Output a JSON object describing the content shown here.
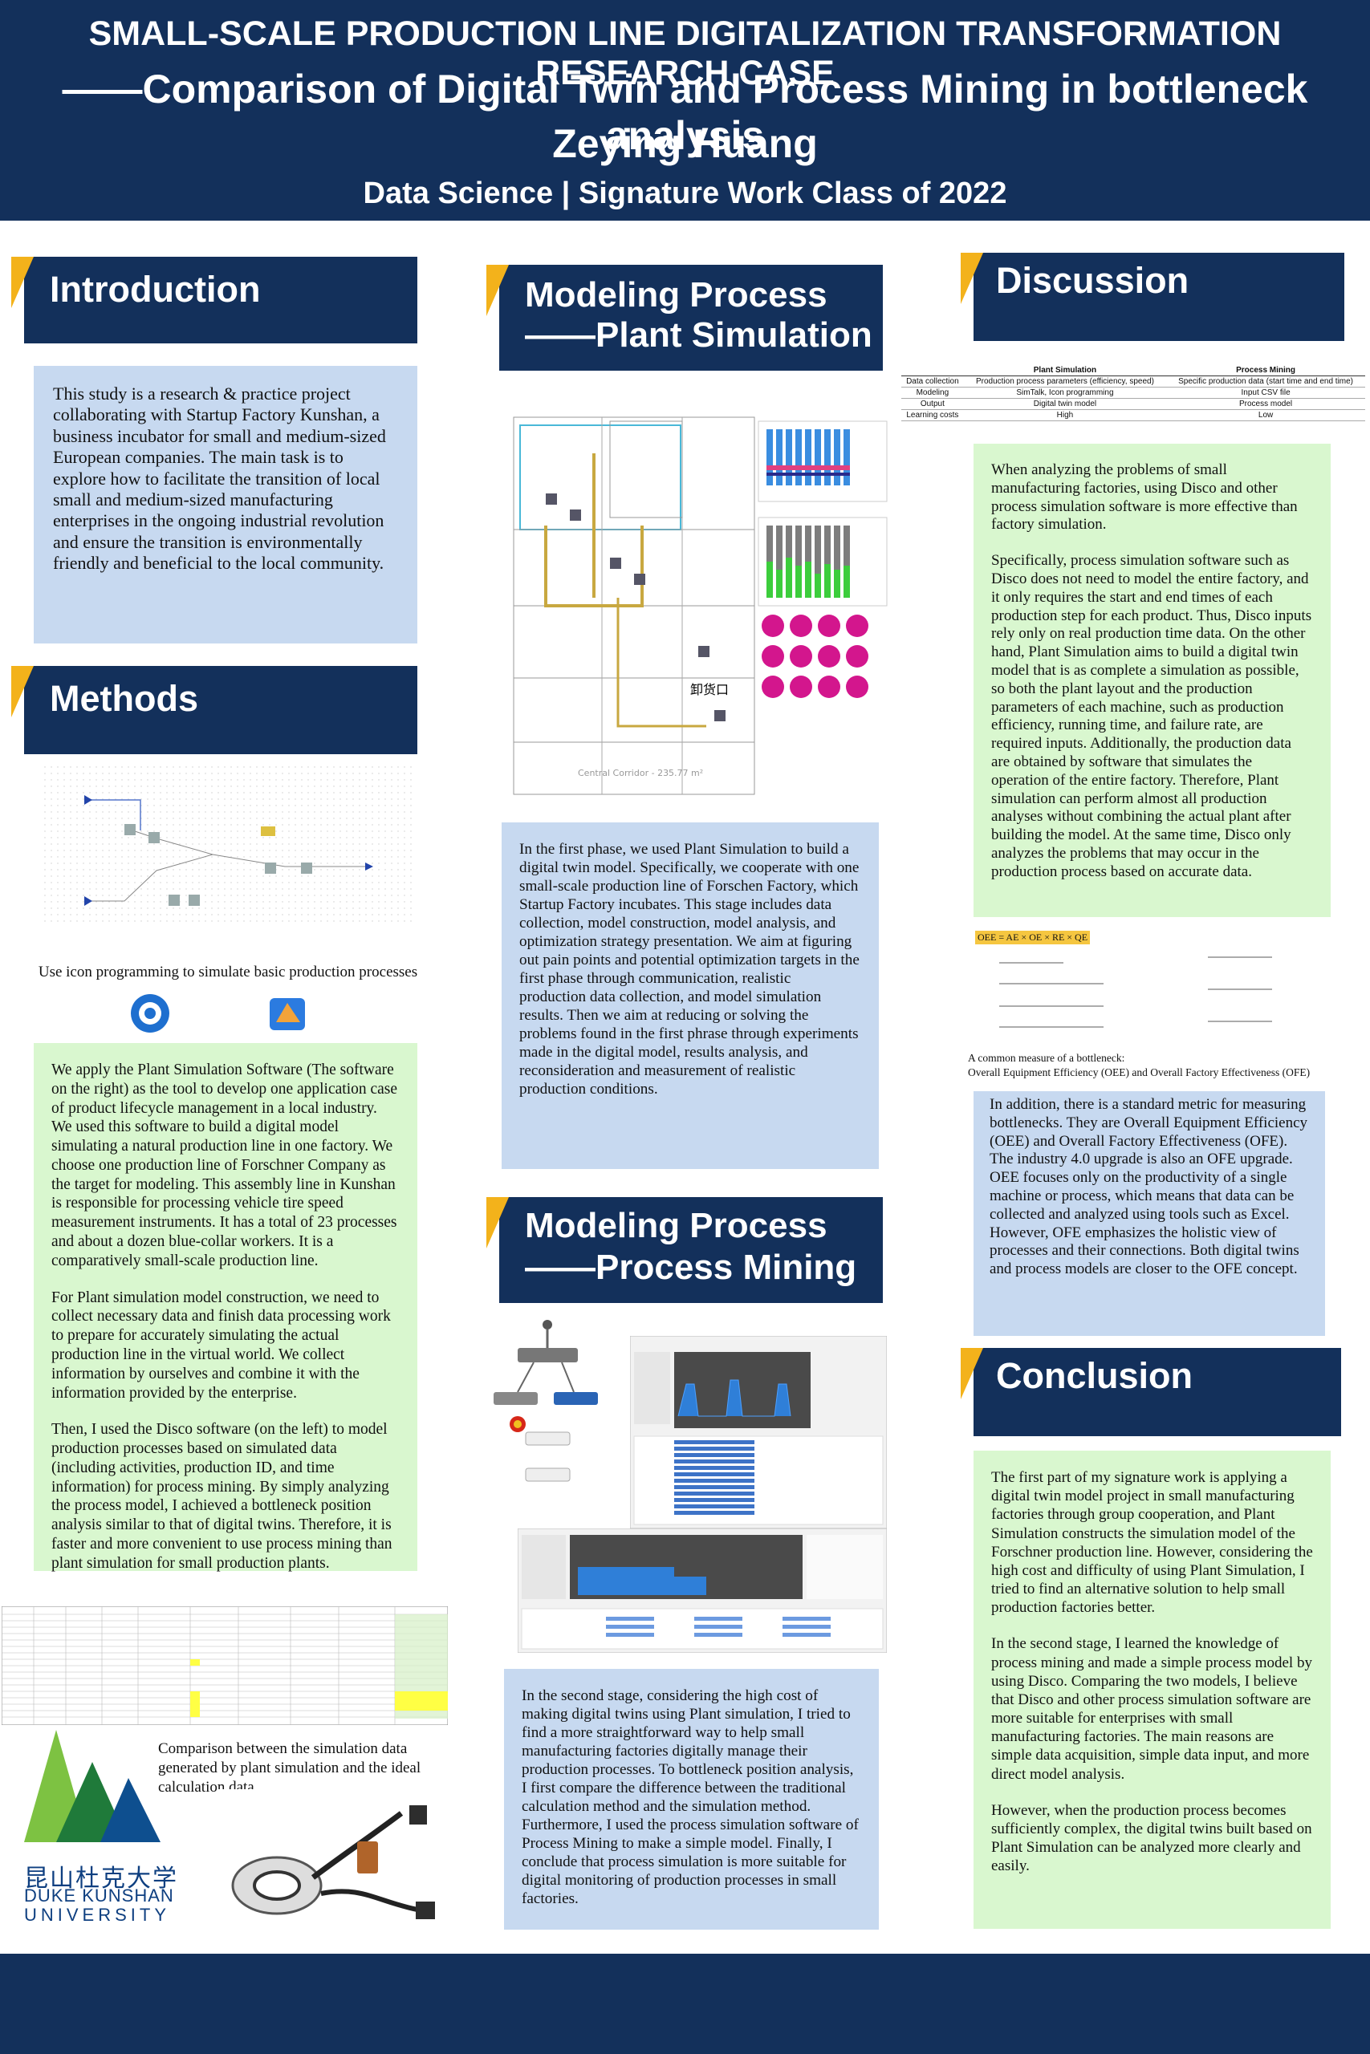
{
  "header": {
    "line1": "SMALL-SCALE PRODUCTION LINE DIGITALIZATION TRANSFORMATION RESEARCH CASE",
    "line2": "——Comparison of Digital Twin and Process Mining in bottleneck analysis",
    "author": "Zeying Huang",
    "program": "Data Science | Signature Work Class of 2022"
  },
  "introduction": {
    "title": "Introduction",
    "text": "This study is a research & practice project collaborating with Startup Factory Kunshan, a business incubator for small and medium-sized European companies. The main task is to explore how to facilitate the transition of local small and medium-sized manufacturing enterprises in the ongoing industrial revolution and ensure the transition is environmentally friendly and beneficial to the local community."
  },
  "methods": {
    "title": "Methods",
    "caption": "Use icon programming to simulate basic production processes",
    "paragraphs": [
      "We apply the Plant Simulation Software (The software on the right) as the tool to develop one application case of product lifecycle management in a local industry. We used this software to build a digital model simulating a natural production line in one factory. We choose one production line of Forschner Company as the target for modeling. This assembly line in Kunshan is responsible for processing vehicle tire speed measurement instruments. It has a total of 23 processes and about a dozen blue-collar workers. It is a comparatively small-scale production line.",
      "For Plant simulation model construction, we need to collect necessary data and finish data processing work to prepare for accurately simulating the actual production line in the virtual world. We collect information by ourselves and combine it with the information provided by the enterprise.",
      "Then, I used the Disco software (on the left) to model production processes based on simulated data (including activities, production ID, and time information) for process mining. By simply analyzing the process model, I achieved a bottleneck position analysis similar to that of digital twins. Therefore, it is faster and more convenient to use process mining than plant simulation for small production plants."
    ],
    "comparison_caption": "Comparison between the simulation data generated by plant simulation and the ideal calculation data",
    "logo_cn": "昆山杜克大学",
    "logo_en1": "DUKE KUNSHAN",
    "logo_en2": "UNIVERSITY"
  },
  "plant_sim": {
    "title1": "Modeling Process",
    "title2": "——Plant Simulation",
    "text": "In the first phase, we used Plant Simulation to build a digital twin model. Specifically, we cooperate with one small-scale production line of Forschen Factory, which Startup Factory incubates. This stage includes data collection, model construction, model analysis, and optimization strategy presentation. We aim at figuring out pain points and potential optimization targets in the first phase through communication, realistic production data collection, and model simulation results. Then we aim at reducing or solving the problems found in the first phrase through experiments made in the digital model, results analysis, and reconsideration and measurement of realistic production conditions.",
    "floor_label": "Central Corridor - 235.77 m²",
    "dock_label": "卸货口"
  },
  "process_mining": {
    "title1": "Modeling Process",
    "title2": "——Process Mining",
    "text": "In the second stage, considering the high cost of making digital twins using Plant simulation, I tried to find a more straightforward way to help small manufacturing factories digitally manage their production processes. To bottleneck position analysis, I first compare the difference between the traditional calculation method and the simulation method. Furthermore, I used the process simulation software of Process Mining to make a simple model. Finally, I conclude that process simulation is more suitable for digital monitoring of production processes in small factories."
  },
  "discussion": {
    "title": "Discussion",
    "table": {
      "headers": [
        "",
        "Plant Simulation",
        "Process Mining"
      ],
      "rows": [
        [
          "Data collection",
          "Production process parameters (efficiency, speed)",
          "Specific production data (start time and end time)"
        ],
        [
          "Modeling",
          "SimTalk, Icon programming",
          "Input CSV file"
        ],
        [
          "Output",
          "Digital twin model",
          "Process model"
        ],
        [
          "Learning costs",
          "High",
          "Low"
        ]
      ]
    },
    "paragraphs": [
      "When analyzing the problems of small manufacturing factories, using Disco and other process simulation software is more effective than factory simulation.",
      "Specifically, process simulation software such as Disco does not need to model the entire factory, and it only requires the start and end times of each production step for each product. Thus, Disco inputs rely only on real production time data. On the other hand, Plant Simulation aims to build a digital twin model that is as complete a simulation as possible, so both the plant layout and the production parameters of each machine, such as production efficiency, running time, and failure rate, are required inputs. Additionally, the production data are obtained by software that simulates the operation of the entire factory. Therefore, Plant simulation can perform almost all production analyses without combining the actual plant after building the model. At the same time, Disco only analyzes the problems that may occur in the production process based on accurate data."
    ],
    "formula_top": "OEE = AE × OE × RE × QE",
    "formula_caption1": "A common measure of a bottleneck:",
    "formula_caption2": "Overall Equipment Efficiency (OEE) and Overall Factory Effectiveness (OFE)",
    "text2": "In addition, there is a standard metric for measuring bottlenecks. They are Overall Equipment Efficiency (OEE) and Overall Factory Effectiveness (OFE).\nThe industry 4.0 upgrade is also an OFE upgrade. OEE focuses only on the productivity of a single machine or process, which means that data can be collected and analyzed using tools such as Excel. However, OFE emphasizes the holistic view of processes and their connections. Both digital twins and process models are closer to the OFE concept."
  },
  "conclusion": {
    "title": "Conclusion",
    "paragraphs": [
      "The first part of my signature work is applying a digital twin model project in small manufacturing factories through group cooperation, and Plant Simulation constructs the simulation model of the Forschner production line. However, considering the high cost and difficulty of using Plant Simulation, I tried to find an alternative solution to help small production factories better.",
      "In the second stage, I learned the knowledge of process mining and made a simple process model by using Disco. Comparing the two models, I believe that Disco and other process simulation software are more suitable for enterprises with small manufacturing factories. The main reasons are simple data acquisition, simple data input, and more direct model analysis.",
      "However, when the production process becomes sufficiently complex, the digital twins built based on Plant Simulation can be analyzed more clearly and easily."
    ]
  },
  "colors": {
    "navy": "#13305b",
    "accent": "#f3b21b",
    "blue_box": "#c7d9f0",
    "green_box": "#d9f7cf"
  }
}
